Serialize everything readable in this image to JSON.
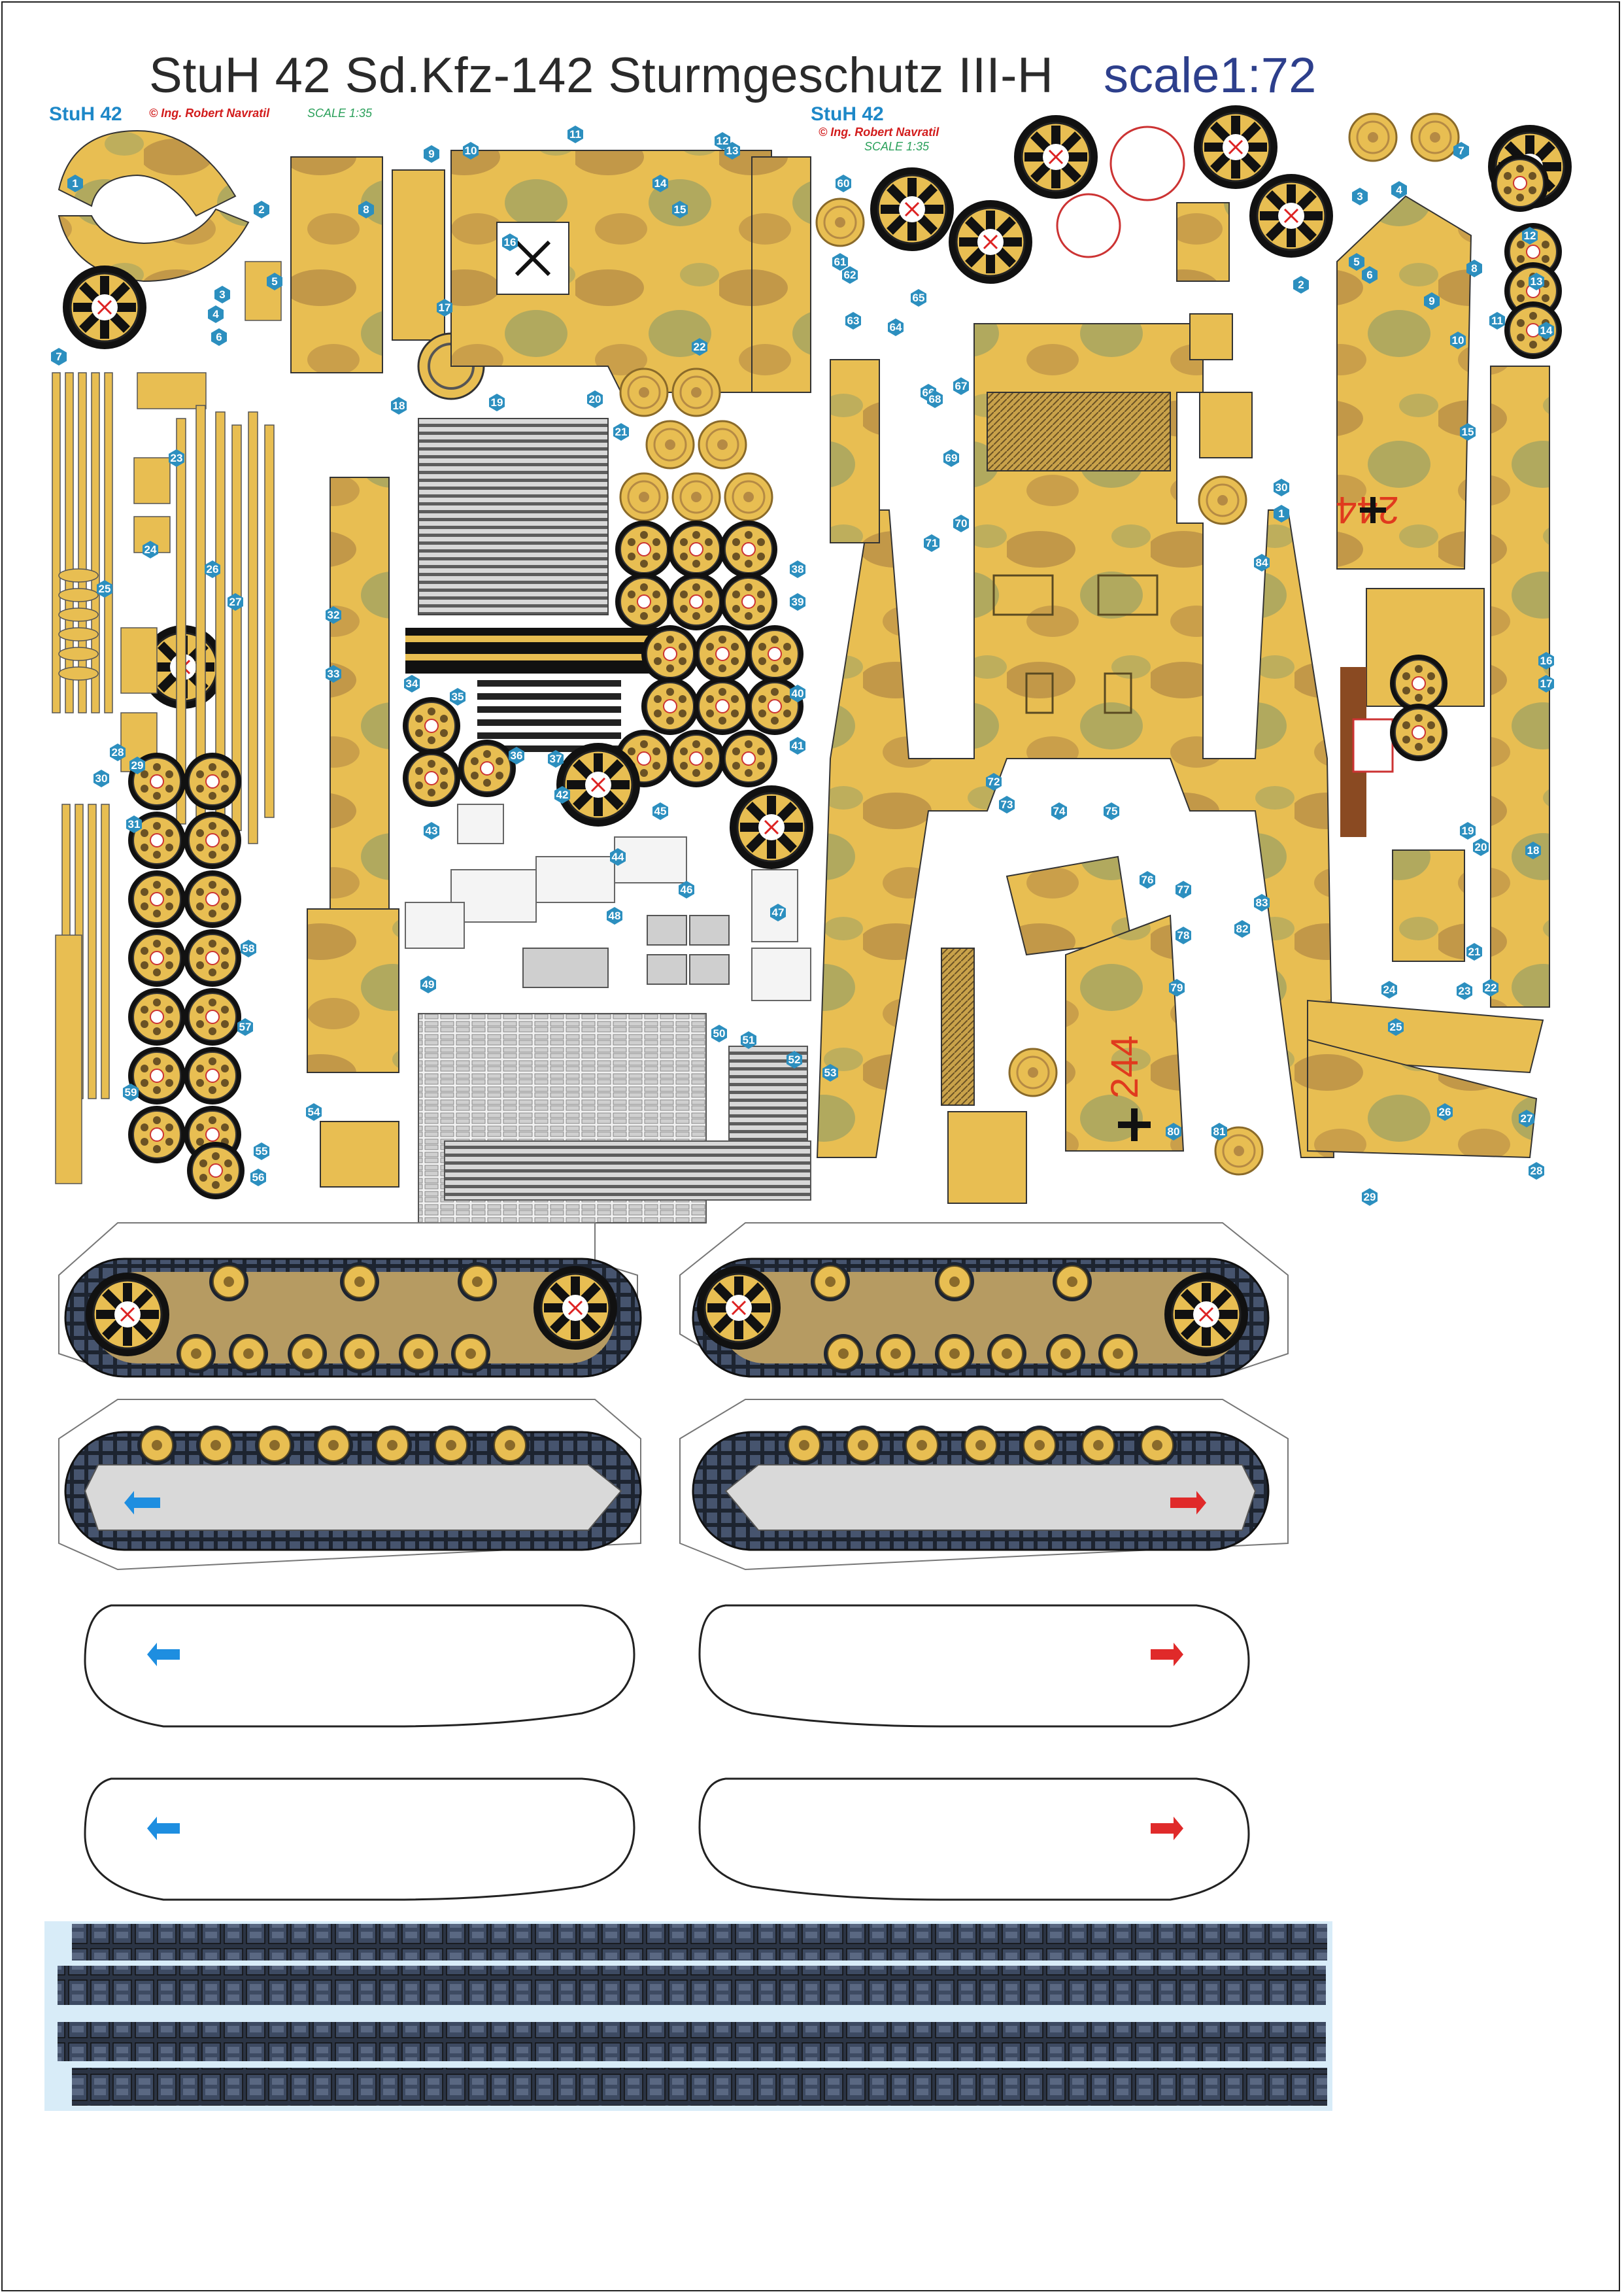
{
  "header": {
    "title": "StuH 42 Sd.Kfz-142 Sturmgeschutz III-H",
    "scale": "scale1:72"
  },
  "sheets": [
    {
      "label": "StuH 42",
      "copyright": "© Ing. Robert Navratil",
      "scale": "SCALE 1:35"
    },
    {
      "label": "StuH 42",
      "copyright": "© Ing. Robert Navratil",
      "scale": "SCALE 1:35"
    }
  ],
  "markings": {
    "hull_number": "244",
    "hull_number_mirrored": "244"
  },
  "part_numbers": [
    1,
    2,
    3,
    4,
    5,
    6,
    7,
    8,
    9,
    10,
    11,
    12,
    13,
    14,
    15,
    16,
    17,
    18,
    19,
    20,
    21,
    22,
    23,
    24,
    25,
    26,
    27,
    28,
    29,
    30,
    31,
    32,
    33,
    34,
    35,
    36,
    37,
    38,
    39,
    40,
    41,
    42,
    43,
    44,
    45,
    46,
    47,
    48,
    49,
    50,
    51,
    52,
    53,
    54,
    55,
    56,
    57,
    58,
    59,
    60,
    61,
    62,
    63,
    64,
    65,
    66,
    67,
    68,
    69,
    70,
    71,
    72,
    73,
    74,
    75,
    76,
    77,
    78,
    79,
    80,
    81,
    82,
    83,
    84
  ],
  "colors": {
    "sand": "#e8be52",
    "camo_brown": "#b58a44",
    "camo_green": "#9aa064",
    "track_dark": "#2b3444",
    "badge": "#2c8fbf",
    "arrow_blue": "#1e8ee0",
    "arrow_red": "#e02a2a",
    "track_strip_bg": "#d8ecf8"
  }
}
